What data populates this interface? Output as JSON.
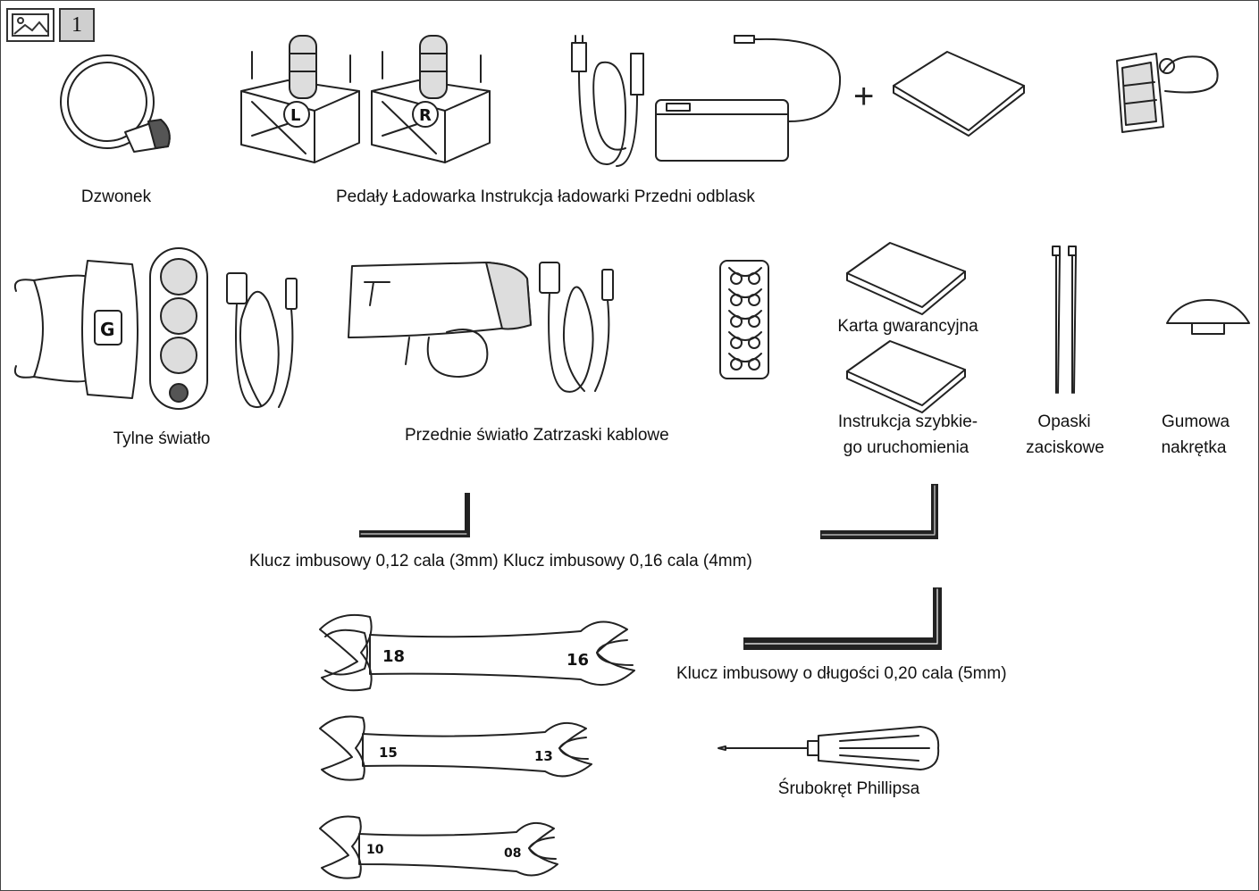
{
  "page_number": "1",
  "labels": {
    "bell": "Dzwonek",
    "row1": "Pedały Ładowarka Instrukcja ładowarki Przedni odblask",
    "rear_light": "Tylne światło",
    "row2_center": "Przednie światło Zatrzaski kablowe",
    "warranty": "Karta gwarancyjna",
    "quickstart_1": "Instrukcja szybkie-",
    "quickstart_2": "go uruchomienia",
    "ties_1": "Opaski",
    "ties_2": "zaciskowe",
    "cap_1": "Gumowa",
    "cap_2": "nakrętka",
    "allen_small": "Klucz imbusowy 0,12 cala (3mm) Klucz imbusowy 0,16 cala (4mm)",
    "allen_5mm": "Klucz imbusowy o długości 0,20 cala (5mm)",
    "screwdriver": "Śrubokręt Phillipsa"
  },
  "marks": {
    "pedal_left": "L",
    "pedal_right": "R",
    "rear_light_logo": "G",
    "wrench_large": [
      "18",
      "16"
    ],
    "wrench_medium": [
      "15",
      "13"
    ],
    "wrench_small": [
      "10",
      "08"
    ]
  },
  "icons": [
    "image-icon",
    "bell-icon",
    "pedal-icon",
    "charger-icon",
    "reflector-icon",
    "rear-light-icon",
    "front-light-icon",
    "cable-clip-icon",
    "cable-tie-icon",
    "rubber-cap-icon",
    "allen-key-icon",
    "wrench-icon",
    "screwdriver-icon"
  ],
  "colors": {
    "line": "#222222",
    "badge_fill": "#cfcfcf",
    "background": "#ffffff"
  }
}
